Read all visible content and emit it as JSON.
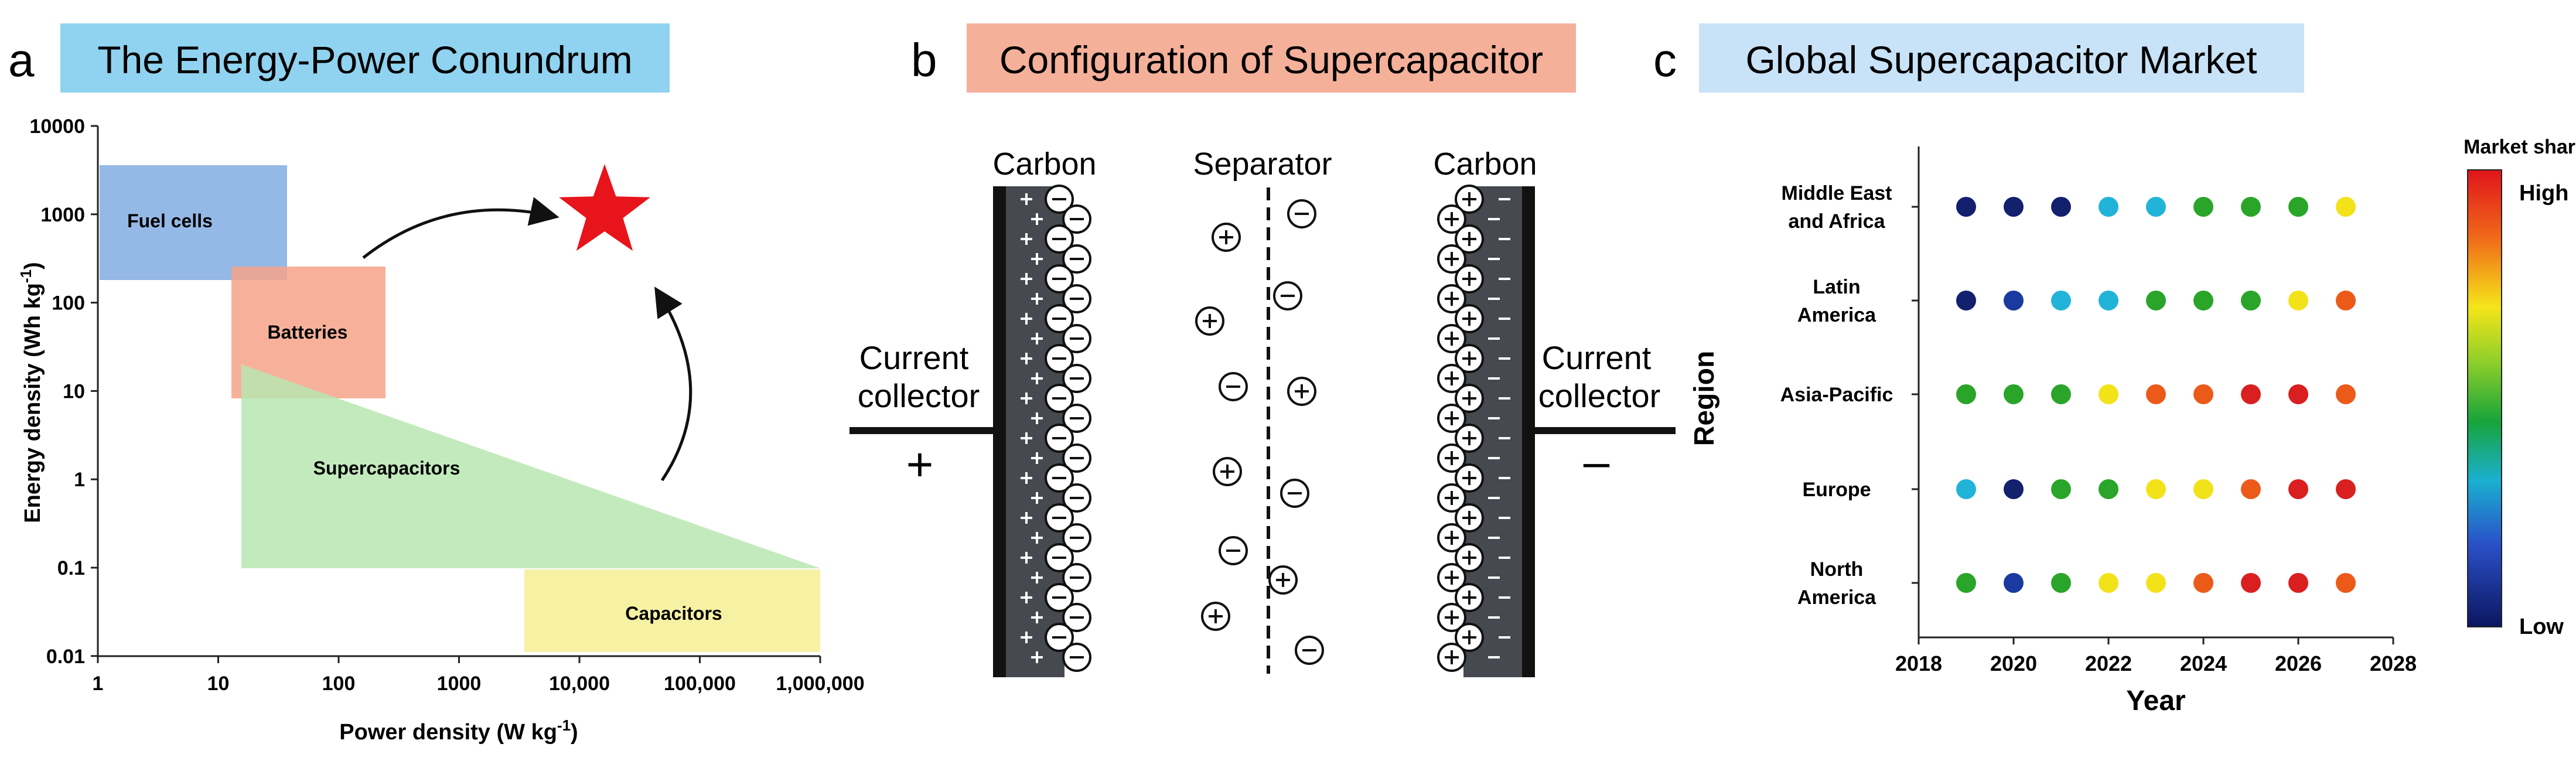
{
  "panel_a": {
    "letter": "a",
    "title": "The Energy-Power Conundrum",
    "title_bg": "#8fd3f0",
    "ylabel_main": "Energy density (Wh kg",
    "ylabel_sup": "-1",
    "ylabel_end": ")",
    "xlabel_main": "Power density (W kg",
    "xlabel_sup": "-1",
    "xlabel_end": ")",
    "y_ticks": [
      "10000",
      "1000",
      "100",
      "10",
      "1",
      "0.1",
      "0.01"
    ],
    "x_ticks": [
      "1",
      "10",
      "100",
      "1000",
      "10,000",
      "100,000",
      "1,000,000"
    ],
    "regions": [
      {
        "label": "Fuel cells",
        "color": "#7aa8e0"
      },
      {
        "label": "Batteries",
        "color": "#f6a38a"
      },
      {
        "label": "Supercapacitors",
        "color": "#b9e6b0"
      },
      {
        "label": "Capacitors",
        "color": "#f6f09a"
      }
    ],
    "star_color": "#e8141b"
  },
  "panel_b": {
    "letter": "b",
    "title": "Configuration of Supercapacitor",
    "title_bg": "#f5b09a",
    "labels": {
      "carbon_left": "Carbon",
      "separator": "Separator",
      "carbon_right": "Carbon",
      "current_left_1": "Current",
      "current_left_2": "collector",
      "current_right_1": "Current",
      "current_right_2": "collector",
      "plus_sign": "+",
      "minus_sign": "–"
    }
  },
  "panel_c": {
    "letter": "c",
    "title": "Global Supercapacitor Market",
    "title_bg": "#c8e2f7",
    "colorbar_title": "Market share",
    "colorbar_high": "High",
    "colorbar_low": "Low",
    "chart_data": {
      "type": "scatter",
      "xlabel": "Year",
      "ylabel": "Region",
      "xlim": [
        2018,
        2028
      ],
      "x_ticks": [
        "2018",
        "2020",
        "2022",
        "2024",
        "2026",
        "2028"
      ],
      "x": [
        2019,
        2020,
        2021,
        2022,
        2023,
        2024,
        2025,
        2026,
        2027
      ],
      "regions": [
        {
          "name": "Middle East and Africa",
          "label_lines": [
            "Middle East",
            "and Africa"
          ],
          "colors": [
            "#12206e",
            "#12206e",
            "#12206e",
            "#22b4d8",
            "#22b4d8",
            "#2aa52a",
            "#2aa52a",
            "#2aa52a",
            "#f2e21a"
          ]
        },
        {
          "name": "Latin America",
          "label_lines": [
            "Latin",
            "America"
          ],
          "colors": [
            "#12206e",
            "#1a3aa0",
            "#22b4d8",
            "#22b4d8",
            "#2aa52a",
            "#2aa52a",
            "#2aa52a",
            "#f2e21a",
            "#ec5a1a"
          ]
        },
        {
          "name": "Asia-Pacific",
          "label_lines": [
            "Asia-Pacific"
          ],
          "colors": [
            "#2aa52a",
            "#2aa52a",
            "#2aa52a",
            "#f2e21a",
            "#ec5a1a",
            "#ec5a1a",
            "#d91f1f",
            "#d91f1f",
            "#ec5a1a"
          ]
        },
        {
          "name": "Europe",
          "label_lines": [
            "Europe"
          ],
          "colors": [
            "#22b4d8",
            "#12206e",
            "#2aa52a",
            "#2aa52a",
            "#f2e21a",
            "#f2e21a",
            "#ec5a1a",
            "#d91f1f",
            "#d91f1f"
          ]
        },
        {
          "name": "North America",
          "label_lines": [
            "North",
            "America"
          ],
          "colors": [
            "#2aa52a",
            "#1a3aa0",
            "#2aa52a",
            "#f2e21a",
            "#f2e21a",
            "#ec5a1a",
            "#d91f1f",
            "#d91f1f",
            "#ec5a1a"
          ]
        }
      ]
    }
  }
}
